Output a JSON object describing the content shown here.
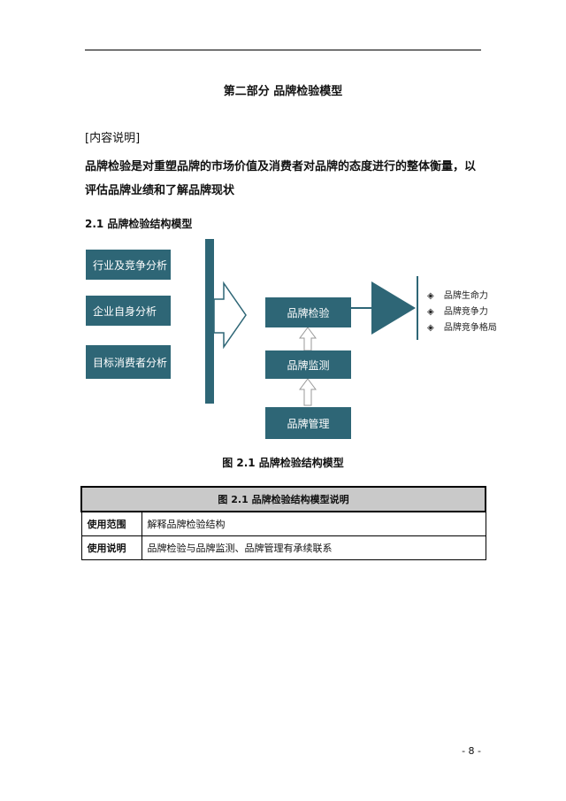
{
  "part_title": "第二部分 品牌检验模型",
  "content_note": "[内容说明]",
  "intro": "品牌检验是对重塑品牌的市场价值及消费者对品牌的态度进行的整体衡量，以评估品牌业绩和了解品牌现状",
  "section_title": "2.1 品牌检验结构模型",
  "diagram": {
    "left_boxes": [
      "行业及竞争分析",
      "企业自身分析",
      "目标消费者分析"
    ],
    "center_boxes": [
      "品牌检验",
      "品牌监测",
      "品牌管理"
    ],
    "outputs": [
      "品牌生命力",
      "品牌竞争力",
      "品牌竞争格局"
    ],
    "bullet_symbol": "◈",
    "box_color": "#2e6676"
  },
  "figure_caption": "图 2.1 品牌检验结构模型",
  "table": {
    "header": "图 2.1 品牌检验结构模型说明",
    "rows": [
      {
        "label": "使用范围",
        "value": "解释品牌检验结构"
      },
      {
        "label": "使用说明",
        "value": "品牌检验与品牌监测、品牌管理有承续联系"
      }
    ]
  },
  "page_number": "- 8 -"
}
